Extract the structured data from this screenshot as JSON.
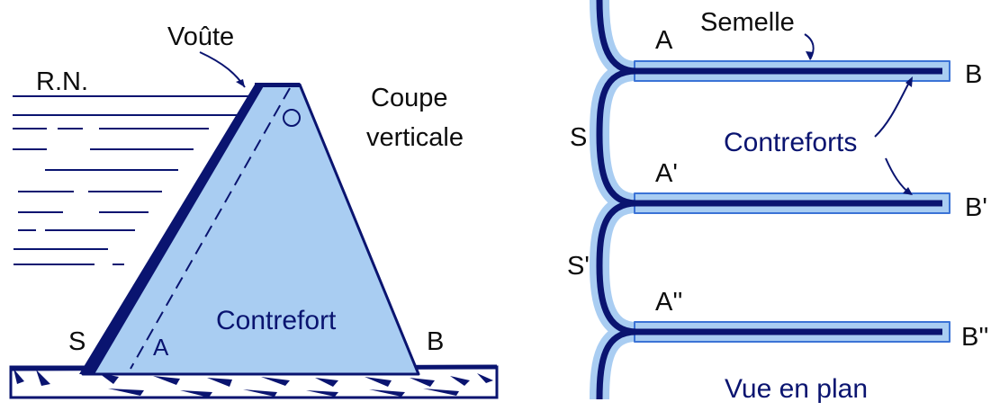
{
  "left_panel": {
    "voute": "Voûte",
    "rn": "R.N.",
    "coupe_line1": "Coupe",
    "coupe_line2": "verticale",
    "point_o": "O",
    "point_s": "S",
    "point_a": "A",
    "point_b": "B",
    "contrefort": "Contrefort"
  },
  "right_panel": {
    "semelle": "Semelle",
    "contreforts": "Contreforts",
    "vue_en_plan": "Vue en plan",
    "point_a": "A",
    "point_a_prime": "A'",
    "point_a_second": "A''",
    "point_b": "B",
    "point_b_prime": "B'",
    "point_b_second": "B''",
    "point_s": "S",
    "point_s_prime": "S'"
  },
  "colors": {
    "fill_light": "#a9cdf2",
    "dark_blue": "#0a1470",
    "mid_blue": "#3b73d6"
  }
}
